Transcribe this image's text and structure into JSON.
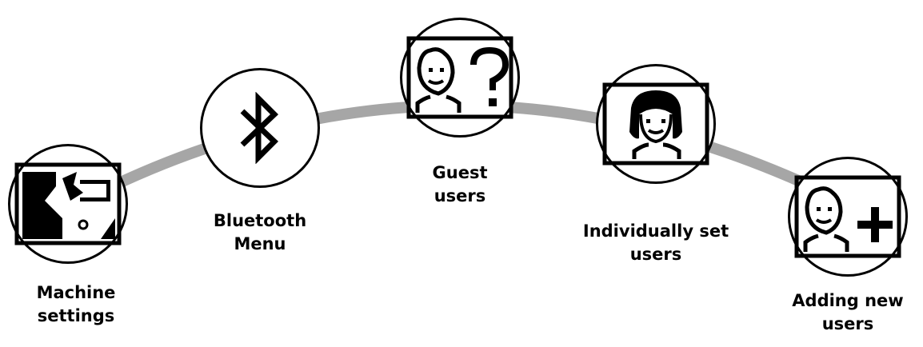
{
  "items": [
    {
      "label": "Machine\nsettings",
      "icon": "wrench-settings-icon"
    },
    {
      "label": "Bluetooth\nMenu",
      "icon": "bluetooth-icon"
    },
    {
      "label": "Guest\nusers",
      "icon": "guest-user-icon"
    },
    {
      "label": "Individually set\nusers",
      "icon": "individual-user-icon"
    },
    {
      "label": "Adding new\nusers",
      "icon": "add-user-icon"
    }
  ],
  "colors": {
    "connector": "#a6a6a6",
    "outline": "#000000",
    "background": "#ffffff"
  }
}
